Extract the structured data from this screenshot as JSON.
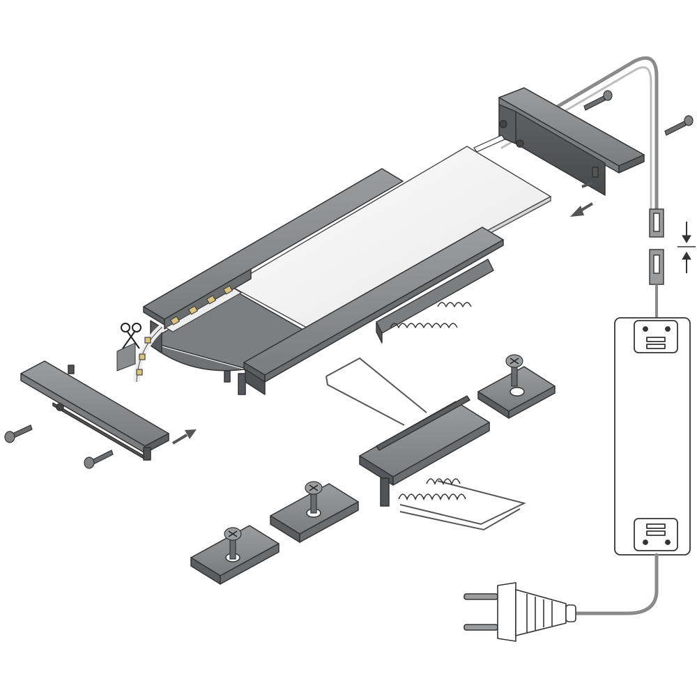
{
  "diagram": {
    "kind": "exploded assembly illustration",
    "labels": []
  },
  "colors": {
    "metal_dark": "#6d6f71",
    "metal_mid": "#8e9093",
    "metal_light": "#b4b6b8",
    "diffuser": "#f3f3f3",
    "outline": "#3a3a3a",
    "led_chip": "#d9c27a",
    "cable": "#9a9a9a",
    "background": "#ffffff"
  },
  "components": [
    {
      "id": "aluminium-profile",
      "icon": "led-profile-icon"
    },
    {
      "id": "diffuser-cover",
      "icon": "diffuser-icon"
    },
    {
      "id": "led-strip",
      "icon": "led-strip-icon"
    },
    {
      "id": "end-cap-left",
      "icon": "end-cap-icon"
    },
    {
      "id": "end-cap-right-with-cable",
      "icon": "end-cap-cable-icon"
    },
    {
      "id": "spring-clip",
      "icon": "spring-clip-icon"
    },
    {
      "id": "mounting-bracket",
      "icon": "mounting-bracket-icon",
      "count": 3
    },
    {
      "id": "screw",
      "icon": "screw-icon",
      "count": 7
    },
    {
      "id": "connector",
      "icon": "connector-icon"
    },
    {
      "id": "power-supply",
      "icon": "power-supply-icon"
    },
    {
      "id": "mains-plug",
      "icon": "mains-plug-icon"
    },
    {
      "id": "scissors",
      "icon": "scissors-icon"
    }
  ]
}
